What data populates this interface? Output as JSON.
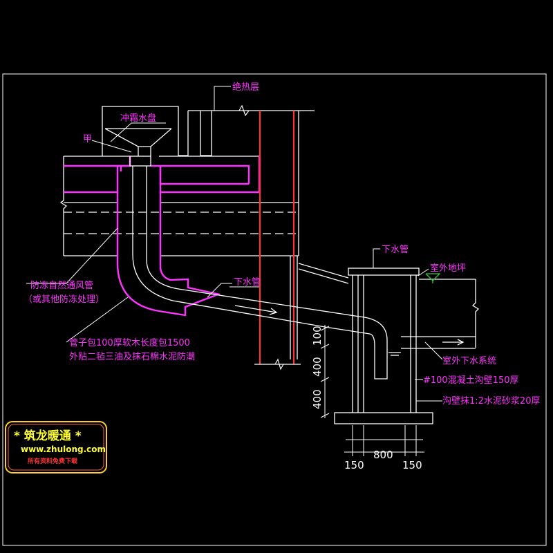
{
  "labels": {
    "insulation": "绝热层",
    "frost_tray": "冲霜水盘",
    "jia": "甲",
    "vent_pipe_1": "防冻自然通风管",
    "vent_pipe_2": "（或其他防冻处理）",
    "drain_pipe_left": "下水管",
    "drain_pipe_top": "下水管",
    "outdoor_ground": "室外地坪",
    "wrap_1": "管子包100厚软木长度包1500",
    "wrap_2": "外贴二毡三油及抹石棉水泥防潮",
    "outdoor_drain": "室外下水系统",
    "wall_1": "#100混凝土沟壁150厚",
    "wall_2": "沟壁抹1:2水泥砂浆20厚"
  },
  "dimensions": {
    "d100": "100",
    "d400a": "400",
    "d400b": "400",
    "d150a": "150",
    "d800": "800",
    "d150b": "150"
  },
  "logo": {
    "title": "* 筑龙暖通 *",
    "url": "www.zhulong.com",
    "note": "所有资料免费下载"
  },
  "colors": {
    "magenta": "#ff33ff",
    "white": "#ffffff",
    "red": "#ff3333",
    "green": "#33cc33",
    "yellow": "#ffff33"
  }
}
